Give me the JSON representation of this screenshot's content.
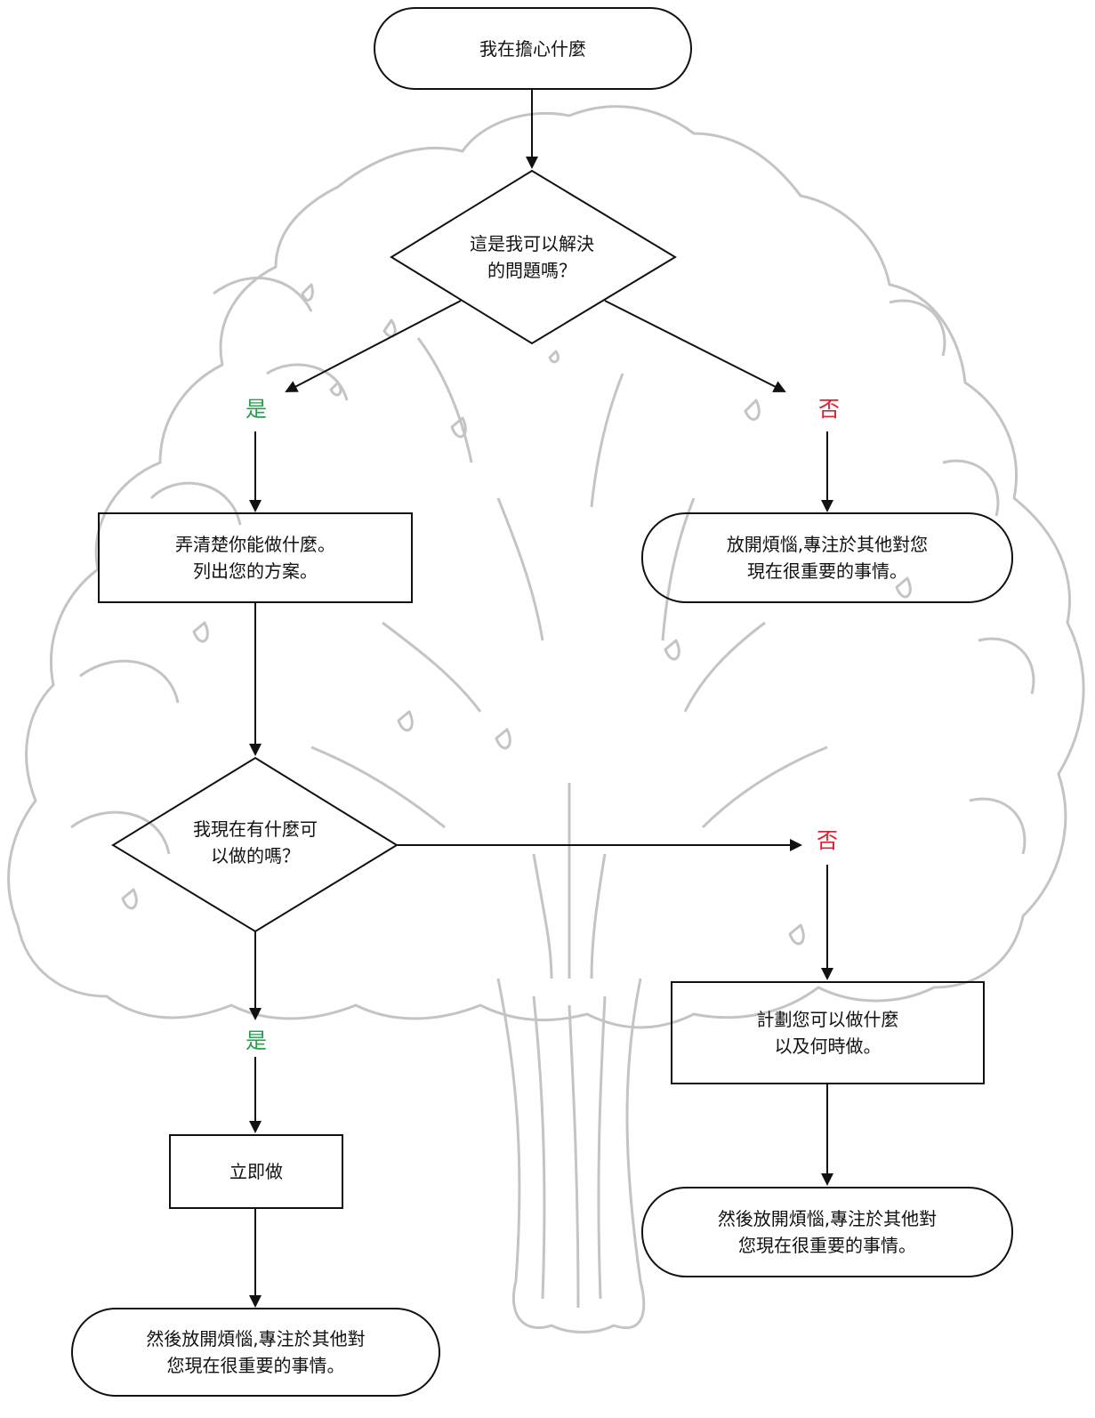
{
  "nodes": {
    "start": {
      "line1": "我在擔心什麼"
    },
    "q1": {
      "line1": "這是我可以解決",
      "line2": "的問題嗎？"
    },
    "figure_out": {
      "line1": "弄清楚你能做什麼。",
      "line2": "列出您的方案。"
    },
    "let_go_1": {
      "line1": "放開煩惱,專注於其他對您",
      "line2": "現在很重要的事情。"
    },
    "q2": {
      "line1": "我現在有什麼可",
      "line2": "以做的嗎？"
    },
    "plan": {
      "line1": "計劃您可以做什麼",
      "line2": "以及何時做。"
    },
    "do_now": {
      "line1": "立即做"
    },
    "let_go_2": {
      "line1": "然後放開煩惱,專注於其他對",
      "line2": "您現在很重要的事情。"
    },
    "let_go_3": {
      "line1": "然後放開煩惱,專注於其他對",
      "line2": "您現在很重要的事情。"
    }
  },
  "labels": {
    "yes1": "是",
    "no1": "否",
    "no2": "否",
    "yes2": "是"
  },
  "colors": {
    "yes": "#22a04a",
    "no": "#e01e2d",
    "line": "#111111",
    "tree": "#c4c4c4"
  }
}
